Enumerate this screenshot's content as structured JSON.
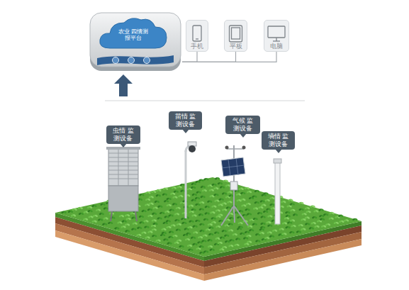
{
  "diagram": {
    "nodes": [
      {
        "text": [
          "农业 四情测报平台"
        ]
      },
      {
        "text": [
          "手机"
        ]
      },
      {
        "text": [
          "平板"
        ]
      },
      {
        "text": [
          "电脑"
        ]
      },
      {
        "text": [
          "虫情 监测设备"
        ]
      },
      {
        "text": [
          "苗情 监测设备"
        ]
      },
      {
        "text": [
          "气候 监测设备"
        ]
      },
      {
        "text": [
          "墒情 监测设备"
        ]
      }
    ],
    "edges": [
      {
        "from": 0,
        "to": 1,
        "arrow": "none"
      },
      {
        "from": 0,
        "to": 2,
        "arrow": "none"
      },
      {
        "from": 0,
        "to": 3,
        "arrow": "none"
      }
    ]
  }
}
